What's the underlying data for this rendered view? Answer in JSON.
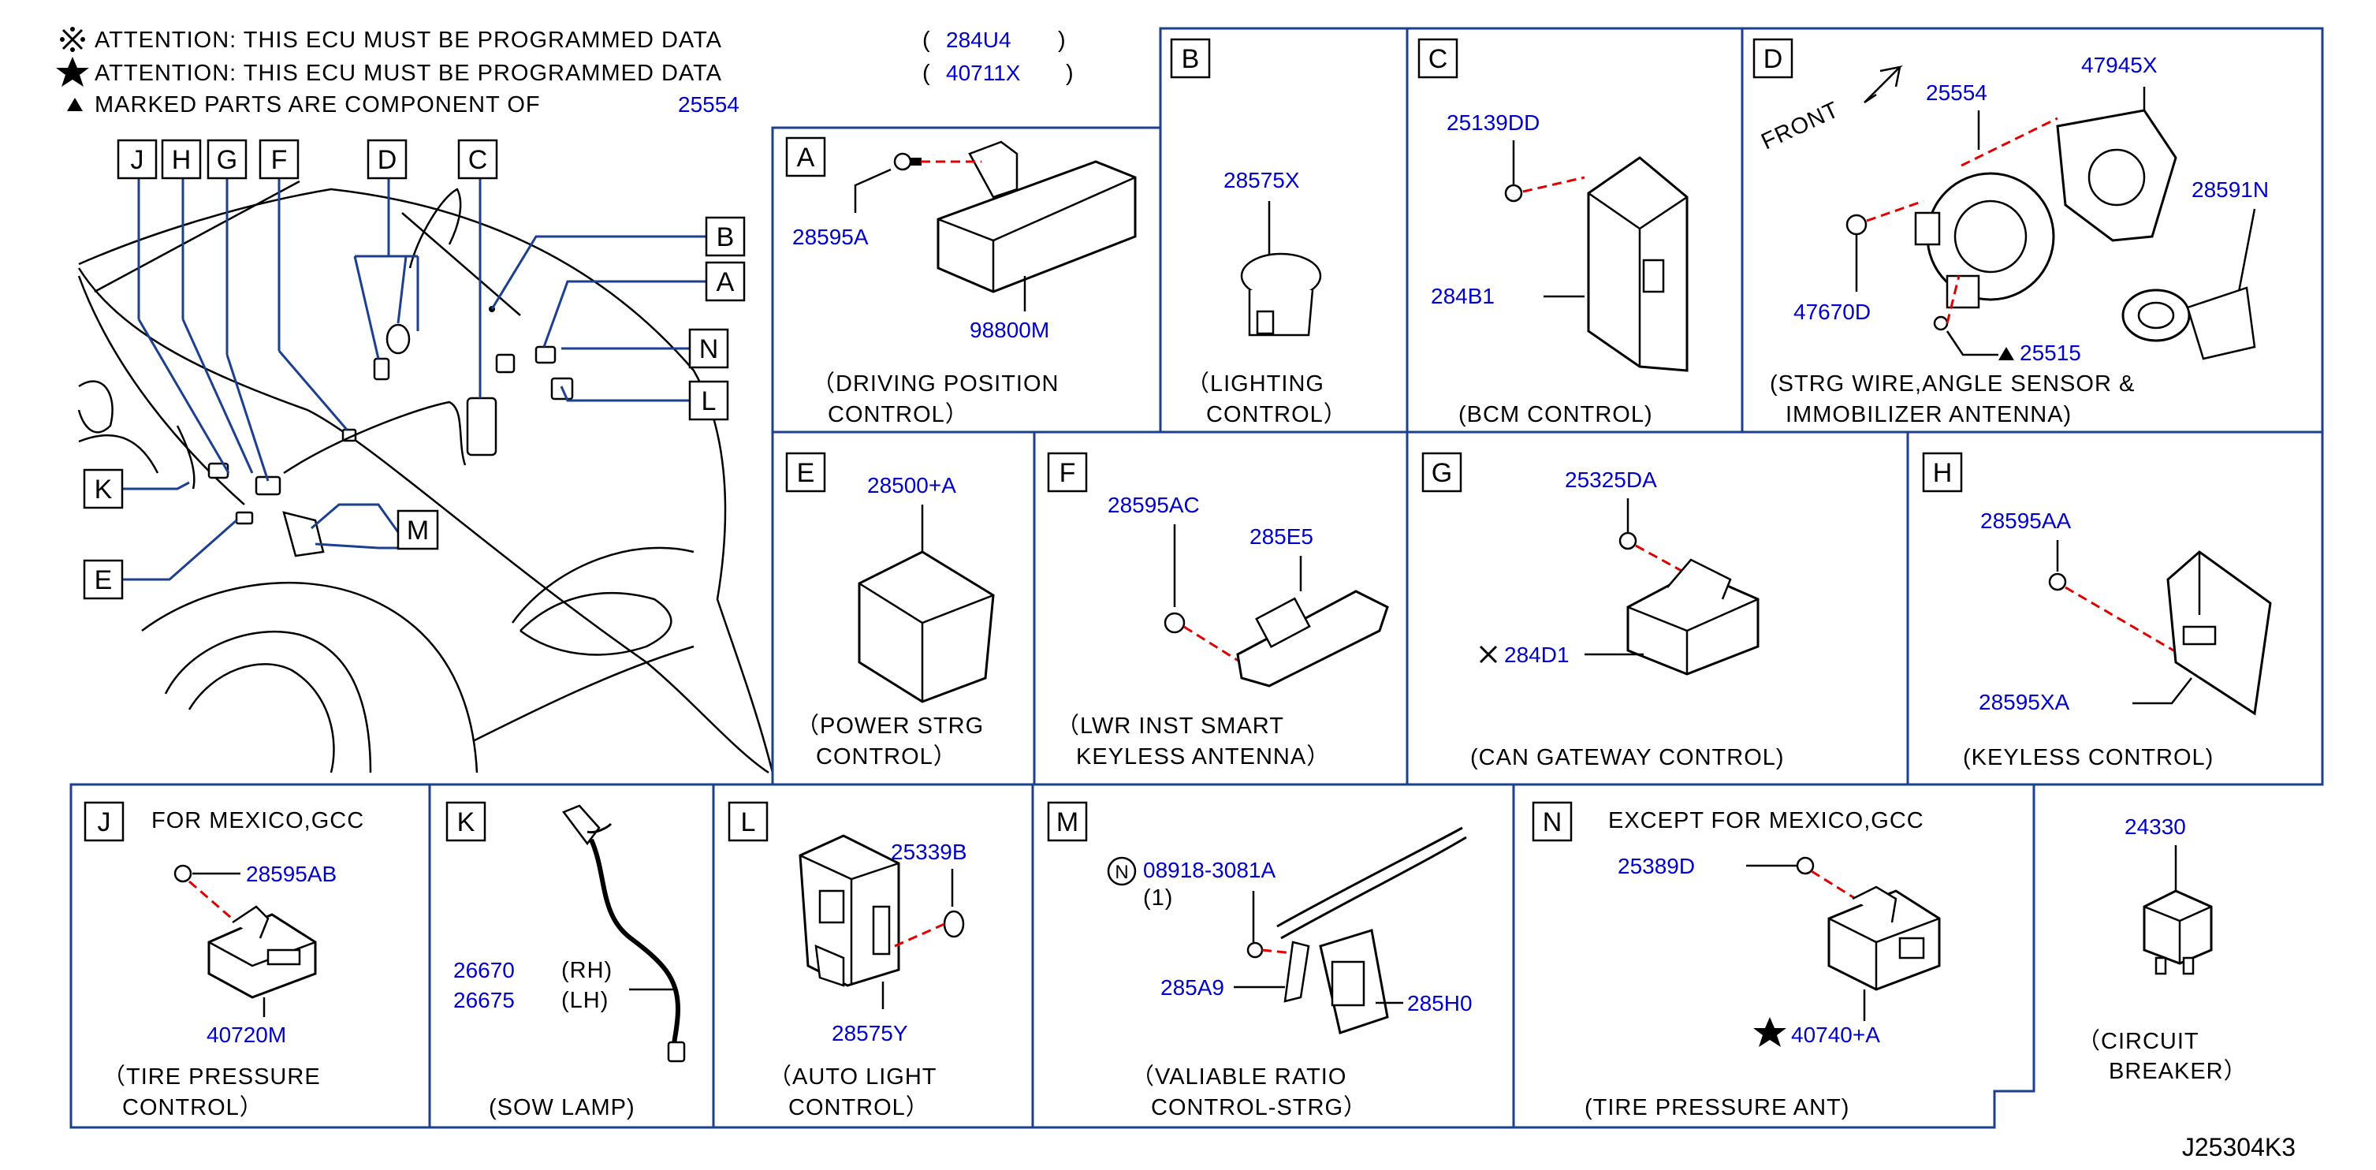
{
  "header": {
    "line1": {
      "text": "ATTENTION:  THIS  ECU  MUST  BE  PROGRAMMED  DATA",
      "code": "284U4"
    },
    "line2": {
      "text": "ATTENTION:  THIS  ECU  MUST  BE  PROGRAMMED  DATA",
      "code": "40711X"
    },
    "line3": {
      "text": "MARKED  PARTS  ARE  COMPONENT  OF",
      "code": "25554"
    }
  },
  "overview": {
    "callouts": [
      "J",
      "H",
      "G",
      "F",
      "D",
      "C",
      "B",
      "A",
      "N",
      "L",
      "M",
      "K",
      "E"
    ]
  },
  "panels": {
    "A": {
      "letter": "A",
      "parts": [
        "28595A",
        "98800M"
      ],
      "caption": [
        "（DRIVING  POSITION",
        "CONTROL）"
      ]
    },
    "B": {
      "letter": "B",
      "parts": [
        "28575X"
      ],
      "caption": [
        "（LIGHTING",
        "CONTROL）"
      ]
    },
    "C": {
      "letter": "C",
      "parts": [
        "25139DD",
        "284B1"
      ],
      "caption": [
        "(BCM  CONTROL)"
      ]
    },
    "D": {
      "letter": "D",
      "front": "FRONT",
      "parts": [
        "25554",
        "47945X",
        "28591N",
        "47670D",
        "25515"
      ],
      "caption": [
        "(STRG  WIRE,ANGLE  SENSOR  &",
        "IMMOBILIZER  ANTENNA)"
      ]
    },
    "E": {
      "letter": "E",
      "parts": [
        "28500+A"
      ],
      "caption": [
        "（POWER  STRG",
        "CONTROL）"
      ]
    },
    "F": {
      "letter": "F",
      "parts": [
        "28595AC",
        "285E5"
      ],
      "caption": [
        "（LWR  INST  SMART",
        "KEYLESS  ANTENNA）"
      ]
    },
    "G": {
      "letter": "G",
      "parts": [
        "25325DA",
        "284D1"
      ],
      "caption": [
        "(CAN  GATEWAY  CONTROL)"
      ]
    },
    "H": {
      "letter": "H",
      "parts": [
        "28595AA",
        "28595XA"
      ],
      "caption": [
        "(KEYLESS  CONTROL)"
      ]
    },
    "J": {
      "letter": "J",
      "note": "FOR  MEXICO,GCC",
      "parts": [
        "28595AB",
        "40720M"
      ],
      "caption": [
        "（TIRE  PRESSURE",
        "CONTROL）"
      ]
    },
    "K": {
      "letter": "K",
      "parts": [
        "26670",
        "26675"
      ],
      "sides": [
        "(RH)",
        "(LH)"
      ],
      "caption": [
        "(SOW  LAMP)"
      ]
    },
    "L": {
      "letter": "L",
      "parts": [
        "25339B",
        "28575Y"
      ],
      "caption": [
        "（AUTO  LIGHT",
        "CONTROL）"
      ]
    },
    "M": {
      "letter": "M",
      "parts": [
        "08918-3081A",
        "285A9",
        "285H0"
      ],
      "qty": "(1)",
      "circle": "N",
      "caption": [
        "（VALIABLE  RATIO",
        "CONTROL-STRG）"
      ]
    },
    "N": {
      "letter": "N",
      "note": "EXCEPT  FOR  MEXICO,GCC",
      "parts": [
        "25389D",
        "40740+A"
      ],
      "caption": [
        "(TIRE  PRESSURE  ANT)"
      ]
    },
    "CB": {
      "parts": [
        "24330"
      ],
      "caption": [
        "（CIRCUIT",
        "BREAKER）"
      ]
    }
  },
  "footer": {
    "code": "J25304K3"
  },
  "colors": {
    "part_number": "#0000cc",
    "panel_border": "#1d3f8f",
    "leader_dash": "#e00000"
  }
}
